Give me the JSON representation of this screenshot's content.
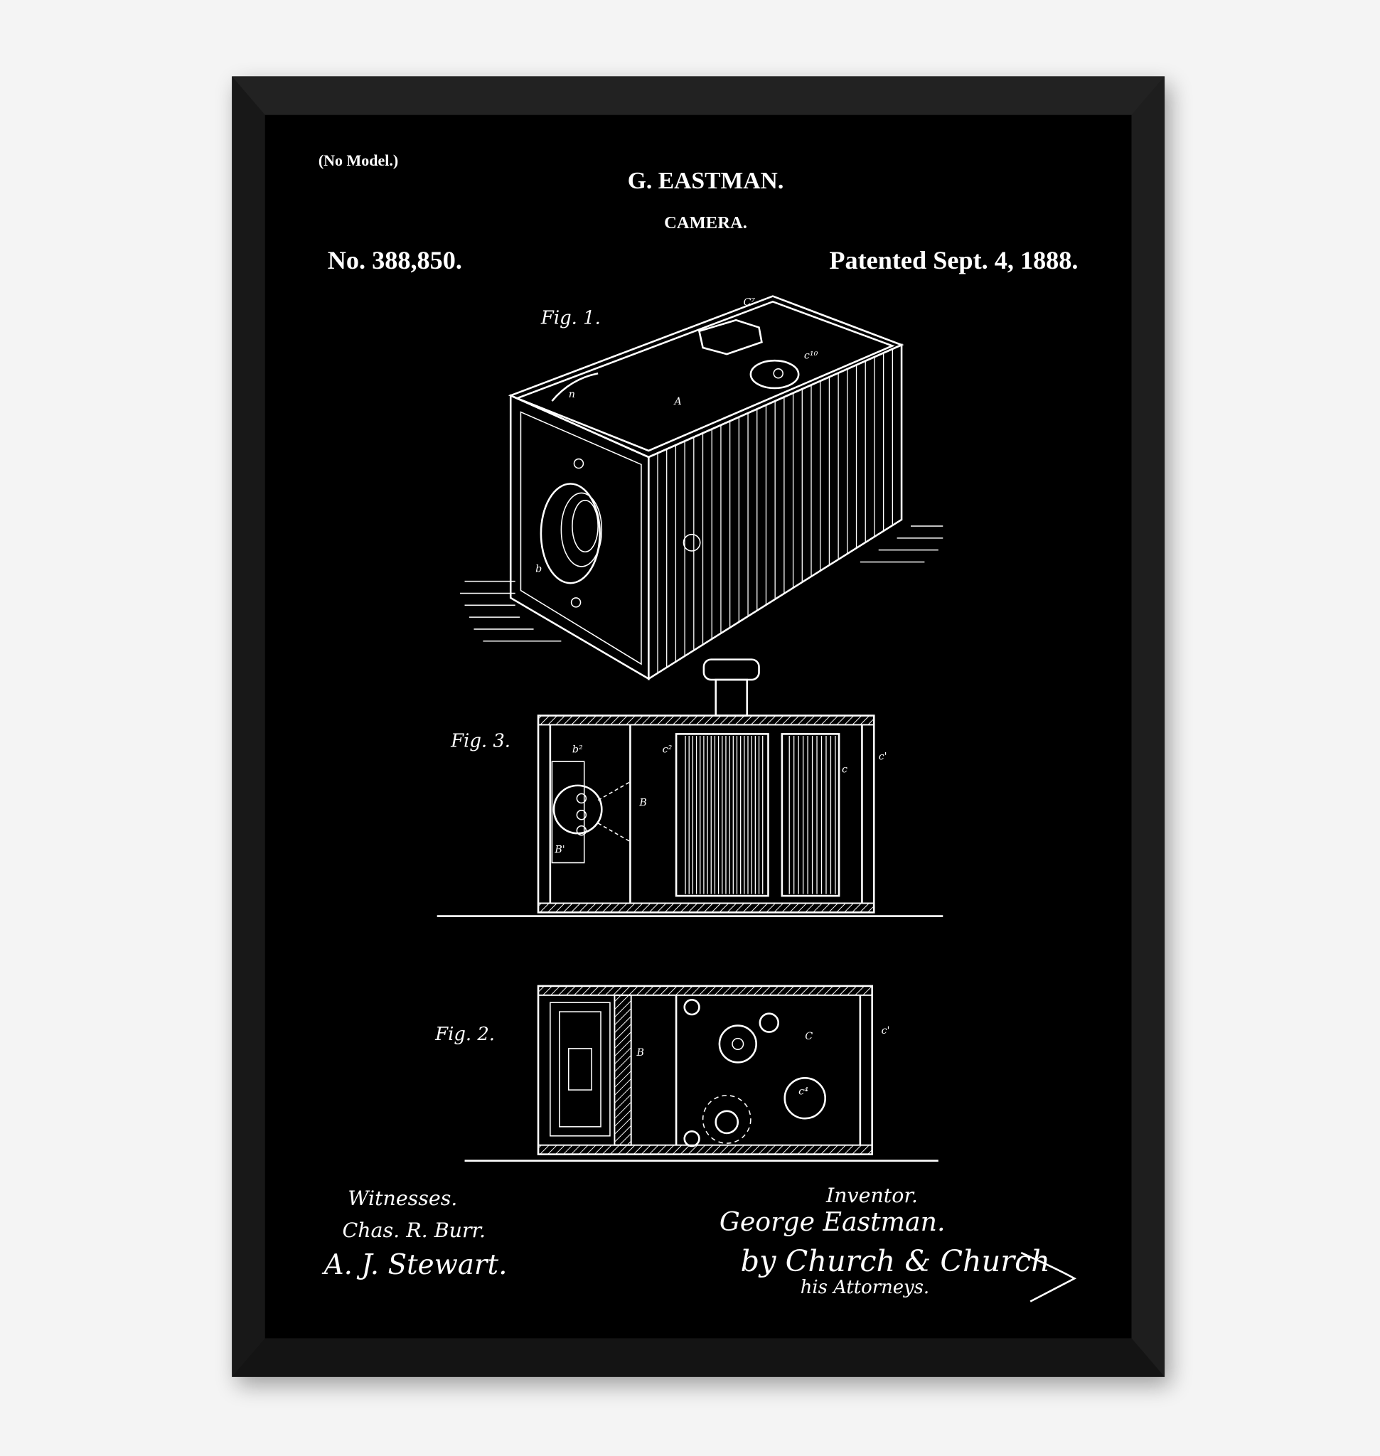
{
  "poster": {
    "colors": {
      "background": "#f4f4f4",
      "frame": "#1c1c1c",
      "paper": "#000000",
      "ink": "#ffffff"
    },
    "header": {
      "model_note": "(No Model.)",
      "inventor_name": "G. EASTMAN.",
      "title": "CAMERA.",
      "patent_number": "No. 388,850.",
      "patent_date": "Patented Sept. 4, 1888."
    },
    "figures": {
      "fig1": "Fig. 1.",
      "fig2": "Fig. 2.",
      "fig3": "Fig. 3.",
      "labels": {
        "A": "A",
        "B": "B",
        "B1": "B'",
        "b": "b",
        "b2": "b²",
        "C": "C",
        "c": "c",
        "c1": "c'",
        "c2": "c²",
        "c7": "C⁷",
        "c10": "c¹⁰",
        "n": "n",
        "c4": "c⁴"
      }
    },
    "footer": {
      "witnesses_label": "Witnesses.",
      "witness_1": "Chas. R. Burr.",
      "witness_2": "A. J. Stewart.",
      "inventor_label": "Inventor.",
      "inventor_signature": "George Eastman.",
      "attorney_signature": "by Church & Church",
      "attorneys_label": "his Attorneys."
    }
  }
}
